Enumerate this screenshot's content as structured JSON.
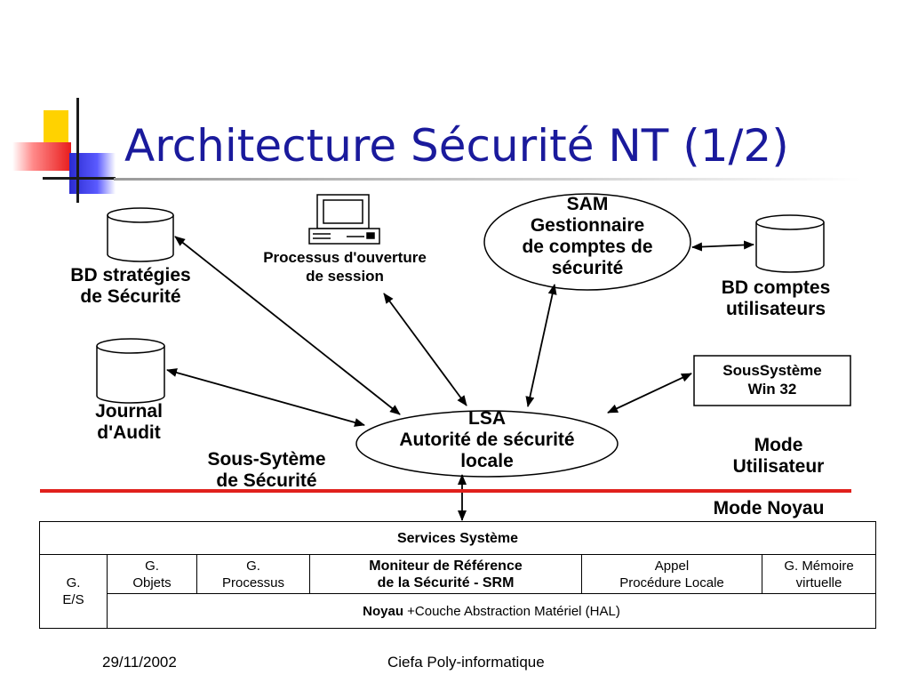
{
  "slide": {
    "title": "Architecture Sécurité NT (1/2)"
  },
  "diagram": {
    "bd_strategies": {
      "line1": "BD stratégies",
      "line2": "de Sécurité"
    },
    "journal": {
      "line1": "Journal",
      "line2": "d'Audit"
    },
    "processus": {
      "line1": "Processus d'ouverture",
      "line2": "de session"
    },
    "sam": {
      "line1": "SAM",
      "line2": "Gestionnaire",
      "line3": "de comptes de",
      "line4": "sécurité"
    },
    "bd_comptes": {
      "line1": "BD comptes",
      "line2": "utilisateurs"
    },
    "soussysteme": {
      "line1": "SousSystème",
      "line2": "Win 32"
    },
    "lsa": {
      "line1": "LSA",
      "line2": "Autorité de sécurité",
      "line3": "locale"
    },
    "sous_syteme": {
      "line1": "Sous-Sytème",
      "line2": "de Sécurité"
    },
    "mode_utilisateur": {
      "line1": "Mode",
      "line2": "Utilisateur"
    },
    "mode_noyau": "Mode Noyau",
    "boundary_color": "#e0201c"
  },
  "kernel_table": {
    "services": "Services Système",
    "ges": {
      "line1": "G.",
      "line2": "E/S"
    },
    "gobjets": {
      "line1": "G.",
      "line2": "Objets"
    },
    "gprocessus": {
      "line1": "G.",
      "line2": "Processus"
    },
    "srm": {
      "line1": "Moniteur de Référence",
      "line2": "de la Sécurité -  SRM"
    },
    "appel": {
      "line1": "Appel",
      "line2": "Procédure Locale"
    },
    "gmemoire": {
      "line1": "G. Mémoire",
      "line2": "virtuelle"
    },
    "noyau_bold": "Noyau",
    "noyau_rest": " +Couche Abstraction Matériel (HAL)"
  },
  "footer": {
    "date": "29/11/2002",
    "org": "Ciefa Poly-informatique"
  }
}
